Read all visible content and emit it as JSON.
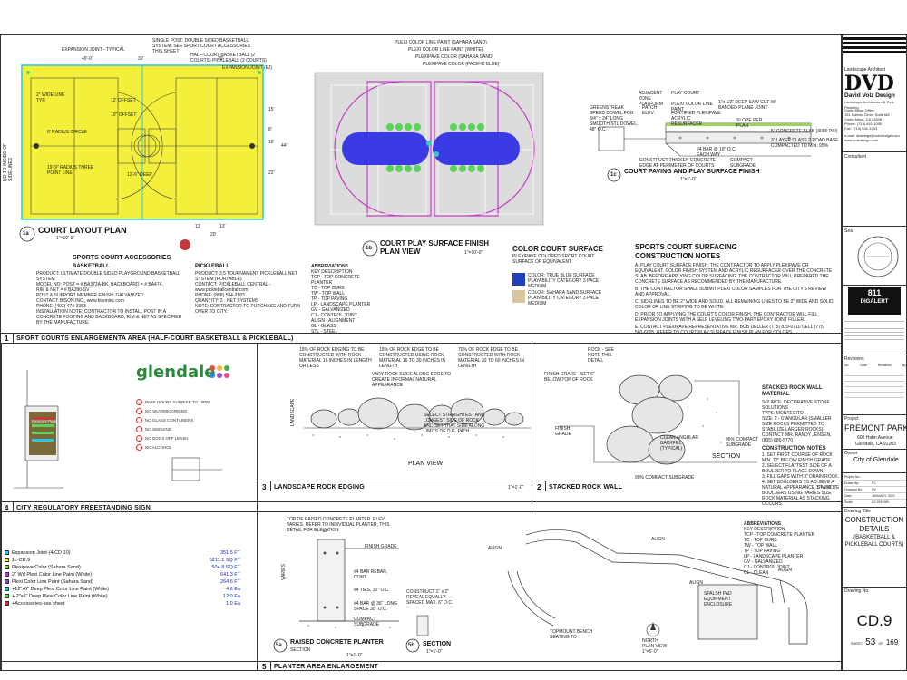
{
  "court_layout": {
    "number": "1a",
    "title": "COURT LAYOUT PLAN",
    "scale": "1\"=10'-0\"",
    "callouts": [
      "EXPANSION JOINT - TYPICAL",
      "SINGLE POST, DOUBLE SIDED BASKETBALL SYSTEM. SEE SPORT COURT ACCESSORIES THIS SHEET",
      "HALF-COURT BASKETBALL (2 COURTS) PICKLEBALL (2 COURTS)",
      "EXPANSION JOINT (EJ)",
      "2\" WIDE LINE TYP.",
      "12' OFFSET",
      "10\" OFFSET",
      "6' RADIUS CIRCLE",
      "19'-9\" RADIUS THREE POINT LINE",
      "12'-6\" DEEP",
      "NO TO INSIDE OF SIDELINES"
    ],
    "dims": [
      "40'-0\"",
      "30'",
      "20'",
      "15'",
      "8'",
      "16'",
      "22'",
      "44'",
      "13'",
      "13'",
      "20'"
    ]
  },
  "surface_finish": {
    "number": "1b",
    "title": "COURT PLAY SURFACE FINISH",
    "subtitle": "PLAN VIEW",
    "scale": "1\"=10'-0\"",
    "callouts": [
      "PLEXI COLOR LINE PAINT (SAHARA SAND)",
      "PLEXI COLOR LINE PAINT (WHITE)",
      "PLEXIPAVE COLOR (SAHARA SAND)",
      "PLEXIPAVE COLOR (PACIFIC BLUE)"
    ]
  },
  "paving": {
    "number": "1c",
    "title": "COURT PAVING AND PLAY SURFACE FINISH",
    "scale": "1\"=1'-0\"",
    "callouts": [
      "ADJACENT ZONE PLATFORM",
      "PLAY COURT",
      "GREENSTREAK SPEED DOWEL FOR 3/4\" x 24\" LONG SMOOTH STL DOWEL, 48\" O.C.",
      "PATCH ELEV.",
      "PLEXI COLOR LINE PAINT",
      "FORTIFIED PLEXIPAVE ACRYLIC RESURFACER",
      "1\"x 1/2\" DEEP SAW CUT W/ BANDED PLANE JOINT",
      "SLOPE PER PLAN",
      "5\" CONCRETE SLAB (3000 PSI)",
      "3\" LAYER CLASS 2 ROAD BASE COMPACTED TO MIN. 95%",
      "#4 BAR @ 18\" O.C. EACH WAY",
      "CONSTRUCT THICKEN CONCRETE EDGE AT PERIMETER OF COURTS",
      "COMPACT SUBGRADE"
    ]
  },
  "accessories": {
    "title": "SPORTS COURT ACCESSORIES",
    "basketball": {
      "heading": "BASKETBALL",
      "lines": [
        "PRODUCT: ULTIMATE DOUBLE SIDED PLAYGROUND BASKETBALL SYSTEM",
        "MODEL NO: POST = # BA372A-BK, BACKBOARD = # BA474,",
        "RIM & NET = # BA390-SV",
        "POST & SUPPORT MEMBER FINISH: GALVANIZED",
        "CONTACT: BISON INC., www.bisoninc.com",
        "PHONE: (402) 474-3353",
        "INSTALLATION NOTE: CONTRACTOR TO INSTALL POST IN A CONCRETE FOOTING AND BACKBOARD, RIM & NET AS SPECIFIED BY THE MANUFACTURE."
      ]
    },
    "pickleball": {
      "heading": "PICKLEBALL",
      "lines": [
        "PRODUCT: 3.5 TOURNAMENT PICKLEBALL NET SYSTEM (PORTABLE)",
        "CONTACT: PICKLEBALL CENTRAL - www.pickleballcentral.com",
        "PHONE: (888) 584-3183",
        "QUANTITY: 2 - NET SYSTEMS",
        "NOTE: CONTRACTOR TO PURCHASE AND TURN OVER TO CITY."
      ]
    },
    "abbreviations": {
      "heading": "ABBREVIATIONS",
      "items": [
        "KEY DESCRIPTION",
        "TCP - TOP CONCRETE PLANTER",
        "TC - TOP CURB",
        "TW - TOP WALL",
        "TP - TOP PAVING",
        "LP - LANDSCAPE PLANTER",
        "GV - GALVANIZED",
        "CJ - CONTROL JOINT",
        "ALIGN - ALIGNMENT",
        "GL - GLASS",
        "STL - STEEL"
      ]
    }
  },
  "color_surface": {
    "title": "COLOR COURT SURFACE",
    "subtitle": "PLEXIPAVE COLORED SPORT COURT SURFACE OR EQUIVALENT",
    "items": [
      "COLOR: TRUE BLUE SURFACE PLAYABILITY CATEGORY 3 PACE MEDIUM",
      "COLOR: SAHARA SAND SURFACE PLAYABILITY CATEGORY 3 PACE MEDIUM"
    ],
    "swatches": [
      "#1f3fbf",
      "#d8c79c"
    ]
  },
  "construction_notes": {
    "title": "SPORTS COURT SURFACING",
    "title2": "CONSTRUCTION NOTES",
    "items": [
      "A. PLAY COURT SURFACE FINISH: THE CONTRACTOR TO APPLY PLEXIPAVE OR EQUIVALENT. COLOR FINISH SYSTEM AND ACRYLIC RESURFACER OVER THE CONCRETE SLAB. BEFORE APPLYING COLOR SURFACING, THE CONTRACTOR WILL PREPARED THE CONCRETE SURFACE AS RECOMMENDED BY THE MANUFACTURE.",
      "B. THE CONTRACTOR SHALL SUBMIT PLEXI COLOR SAMPLES FOR THE CITY'S REVIEW AND APPROVAL.",
      "C. SIDELINES TO BE 2\" WIDE AND SOLID. ALL REMAINING LINES TO BE 2\" WIDE AND SOLID. COLOR OF LINE STRIPING TO BE WHITE.",
      "D. PRIOR TO APPLYING THE COURT'S COLOR FINISH, THE CONTRACTOR WILL FILL EXPANSION JOINTS WITH A SELF LEVELING TWO-PART EPOXY JOINT FILLER.",
      "E. CONTACT PLEXIPAVE REPRESENTATIVE MR. BOB DELLER (775) 829-0710 CELL (775) 560-6005. REFER TO COURT PLAY SURFACE FINISH PLAN FOR COLORS."
    ]
  },
  "section_bar_1": {
    "number": "1",
    "title": "SPORT COURTS ENLARGEMENTA AREA (HALF-COURT BASKETBALL & PICKLEBALL)"
  },
  "sign": {
    "number": "4",
    "title": "CITY REGULATORY FREESTANDING SIGN",
    "logo_word": "glendale",
    "sign_heading": "Fremont Park",
    "rules": [
      "PARK HOURS SUNRISE TO 10PM",
      "NO SKATEBOARDING",
      "NO GLASS CONTAINERS",
      "NO SMOKING",
      "NO DOGS OFF LEASH",
      "NO ALCOHOL"
    ]
  },
  "rock_edging": {
    "number": "3",
    "title": "LANDSCAPE ROCK EDGING",
    "scale": "1\"=1'-0\"",
    "plan_view": "PLAN VIEW",
    "callouts": [
      "15% OF ROCK EDGING TO BE CONSTRUCTED WITH ROCK MATERIAL 16 INCHES IN LENGTH OR LESS",
      "15% OF ROCK EDGE TO BE CONSTRUCTED USING ROCK MATERIAL 16 TO 30 INCHES IN LENGTH",
      "70% OF ROCK EDGE TO BE CONSTRUCTED WITH ROCK MATERIAL 30 TO 60 INCHES IN LENGTH",
      "VARY ROCK SIZES ALONG EDGE TO CREATE INFORMAL NATURAL APPEARANCE",
      "SELECT STRAIGHTEST AND LONGEST SIDE OF ROCK AND SET THAT SIDE ALONG LIMITS OF D.G. PATH",
      "LANDSCAPE"
    ]
  },
  "stacked_wall": {
    "number": "2",
    "title": "STACKED ROCK WALL",
    "scale": "1\"=1'-0\"",
    "section": "SECTION",
    "side_title": "STACKED ROCK WALL MATERIAL",
    "side_lines": [
      "SOURCE: DECORATIVE STONE SOLUTIONS",
      "TYPE: MONTECITO",
      "SIZE: 2 - 6' ANGULAR (SMALLER SIZE ROCKS PERMITTED TO STABILIZE LARGER ROCKS)",
      "CONTACT: MR. RANDY JENSEN, (805) 886-5770"
    ],
    "notes_title": "CONSTRUCTION NOTES",
    "notes": [
      "1. SET FIRST COURSE OF ROCK MIN. 12\" BELOW FINISH GRADE.",
      "2. SELECT FLATTEST SIDE OF A BOULDER TO PLACE DOWN.",
      "3. FILL GAPS WITH 3\" DRAIN ROCK.",
      "4. SET BOULDERS TO ACHIEVE A NATURAL APPEARANCE, STABILIZE BOULDERS USING VARIES SIZE ROCK MATERIAL AS STACKING OCCURS."
    ],
    "callouts": [
      "ROCK - SEE NOTE THIS DETAIL",
      "FINISH GRADE - SET 6\" BELOW TOP OF ROCK",
      "FINISH GRADE",
      "CLEAN ANGULAR BACKFILL (TYPICAL)",
      "95% COMPACT SUBGRADE",
      "90% COMPACT SUBGRADE"
    ]
  },
  "legend": {
    "items": [
      {
        "label": "Expansion Joint-(4/CD 10)",
        "value": "351.5 FT",
        "color": "#2ec4e6"
      },
      {
        "label": "1c-CD.9",
        "value": "5211.1 SQ FT",
        "color": "#f2ec3a"
      },
      {
        "label": "Plexipave Color (Sahara Sand)",
        "value": "504.8 SQ FT",
        "color": "#9bd35a"
      },
      {
        "label": "2\" Wd Plexi Color Line Paint (White)",
        "value": "641.3 FT",
        "color": "#c43cc8"
      },
      {
        "label": "Plexi Color Line Paint (Sahara Sand)",
        "value": "264.6 FT",
        "color": "#7a4cd6"
      },
      {
        "label": "+12\"x6\" Deep Plexi Color Line Paint (White)",
        "value": "4.6 Ea",
        "color": "#3ec8c0"
      },
      {
        "label": "+ 2\"x6\" Deep Plexi Color Line Paint (White)",
        "value": "12.0 Ea",
        "color": "#5bd25b"
      },
      {
        "label": "+Accessories-see sheet",
        "value": "1.0 Ea",
        "color": "#cc3333"
      }
    ]
  },
  "planter": {
    "title": "RAISED CONCRETE PLANTER",
    "number": "5a",
    "subtitle": "SECTION",
    "scale": "1\"=1'-0\"",
    "callouts": [
      "TOP OF RAISED CONCRETE PLANTER. ELEV. VARIES. REFER TO INDIVIDUAL PLANTER, THIS DETAIL FOR ELEVATION",
      "FINISH GRADE",
      "#4 BAR REBAR, CONT.",
      "#4 TIES, 30\" O.C.",
      "#4 BAR @ 36\" LONG SPACE 30\" O.C.",
      "COMPACT SUBGRADE",
      "CONSTRUCT 1\" x 2\" REVEAL EQUALLY SPACED MAX. 6\" O.C."
    ],
    "dims": [
      "12\"",
      "VARIES"
    ]
  },
  "planter_section_b": {
    "number": "5b",
    "title": "SECTION",
    "scale": "1\"=1'-0\""
  },
  "planter_plan": {
    "north": "NORTH",
    "plan_view": "PLAN VIEW",
    "scale": "1\"=5'-0\"",
    "callouts": [
      "ALIGN",
      "ALIGN",
      "ALIGN",
      "ALIGN",
      "TOPMOUNT BENCH SEATING TO",
      "SPALSH PAD EQUIPMENT ENCLOSURE"
    ],
    "abbr_title": "ABBREVIATIONS",
    "abbr_items": [
      "KEY DESCRIPTION",
      "TCP - TOP CONCRETE PLANTER",
      "TC - TOP CURB",
      "TW - TOP WALL",
      "TP - TOP PAVING",
      "LP - LANDSCAPE PLANTER",
      "GV - GALVANIZED",
      "CJ - CONTROL JOINT",
      "CL - CLEAN"
    ]
  },
  "section_bar_5": {
    "number": "5",
    "title": "PLANTER AREA ENLARGEMENT"
  },
  "title_block": {
    "architect_label": "Landscape Architect",
    "firm_short": "DVD",
    "firm_name": "David Volz Design",
    "firm_sub": "Landscape Architecture & Park Planning",
    "office": [
      "Costa Mesa Office",
      "151 Kalmus Drive, Suite M8",
      "Costa Mesa, CA 92626",
      "Phone: (714) 641-1000",
      "Fax: (714) 641-1003"
    ],
    "web": [
      "e-mail: drawings@volzdesign.com",
      "www.volzdesign.com"
    ],
    "consultant": "Consultant",
    "seal_label": "Seal",
    "dig_num": "811",
    "dig_text": "DIGALERT",
    "revisions_title": "Revisions",
    "rev_cols": [
      "No.",
      "Date",
      "Revisions",
      "By"
    ],
    "project_label": "Project",
    "project_name": "FREMONT PARK",
    "project_address": [
      "600 Hahn Avenue",
      "Glendale, CA 91203"
    ],
    "owner_label": "Owner",
    "owner": "City of Glendale",
    "meta": [
      {
        "k": "Project No.:",
        "v": ""
      },
      {
        "k": "Drawn By:",
        "v": "PC"
      },
      {
        "k": "Checked By:",
        "v": "DV"
      },
      {
        "k": "Date:",
        "v": "JANUARY, 2020"
      },
      {
        "k": "Scale:",
        "v": "AS SHOWN"
      }
    ],
    "drawing_title_label": "Drawing Title",
    "drawing_title": [
      "CONSTRUCTION",
      "DETAILS",
      "(BASKETBALL &",
      "PICKLEBALL COURTS)"
    ],
    "drawing_no_label": "Drawing No.",
    "sheet_id": "CD.9",
    "sheet_word": "SHEET",
    "sheet_no": "53",
    "of_word": "OF",
    "sheet_total": "169"
  }
}
